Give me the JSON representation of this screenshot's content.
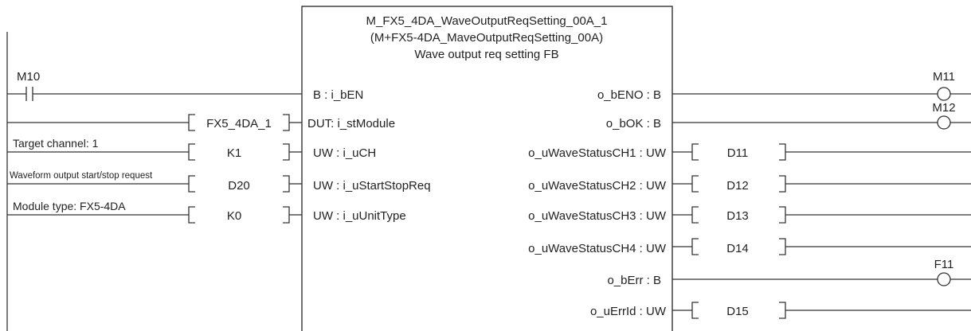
{
  "function_block": {
    "instance_name": "M_FX5_4DA_WaveOutputReqSetting_00A_1",
    "type_name": "(M+FX5-4DA_MaveOutputReqSetting_00A)",
    "description": "Wave output req setting FB",
    "inputs": [
      {
        "label": "B  : i_bEN"
      },
      {
        "label": "DUT: i_stModule"
      },
      {
        "label": "UW : i_uCH"
      },
      {
        "label": "UW : i_uStartStopReq"
      },
      {
        "label": "UW : i_uUnitType"
      }
    ],
    "outputs": [
      {
        "label": "o_bENO :  B"
      },
      {
        "label": "o_bOK :  B"
      },
      {
        "label": "o_uWaveStatusCH1 : UW"
      },
      {
        "label": "o_uWaveStatusCH2 : UW"
      },
      {
        "label": "o_uWaveStatusCH3 : UW"
      },
      {
        "label": "o_uWaveStatusCH4 : UW"
      },
      {
        "label": "o_bErr :  B"
      },
      {
        "label": "o_uErrId : UW"
      }
    ]
  },
  "contacts": [
    {
      "device": "M10"
    }
  ],
  "input_operands": [
    {
      "value": "FX5_4DA_1"
    },
    {
      "value": "K1",
      "comment": "Target channel: 1"
    },
    {
      "value": "D20",
      "comment": "Waveform output start/stop request"
    },
    {
      "value": "K0",
      "comment": "Module type: FX5-4DA"
    }
  ],
  "output_coils": [
    {
      "device": "M11"
    },
    {
      "device": "M12"
    },
    {
      "device": "F11"
    }
  ],
  "output_operands": [
    {
      "value": "D11"
    },
    {
      "value": "D12"
    },
    {
      "value": "D13"
    },
    {
      "value": "D14"
    },
    {
      "value": "D15"
    }
  ]
}
